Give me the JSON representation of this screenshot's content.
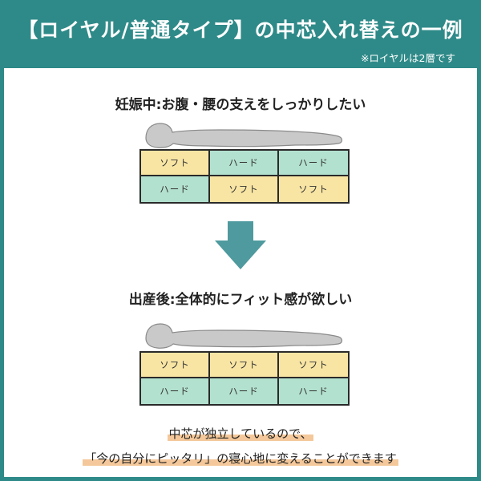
{
  "header": {
    "title": "【ロイヤル/普通タイプ】の中芯入れ替えの一例",
    "note": "※ロイヤルは2層です"
  },
  "colors": {
    "teal": "#2e8a88",
    "soft": "#f8e5a4",
    "hard": "#b3e1cf",
    "highlight": "#f4c89a"
  },
  "sections": [
    {
      "title": "妊娠中:お腹・腰の支えをしっかりしたい",
      "rows": [
        [
          "ソフト",
          "ハード",
          "ハード"
        ],
        [
          "ハード",
          "ソフト",
          "ソフト"
        ]
      ]
    },
    {
      "title": "出産後:全体的にフィット感が欲しい",
      "rows": [
        [
          "ソフト",
          "ソフト",
          "ソフト"
        ],
        [
          "ハード",
          "ハード",
          "ハード"
        ]
      ]
    }
  ],
  "caption": {
    "line1": "中芯が独立しているので、",
    "line2": "「今の自分にピッタリ」の寝心地に変えることができます"
  }
}
